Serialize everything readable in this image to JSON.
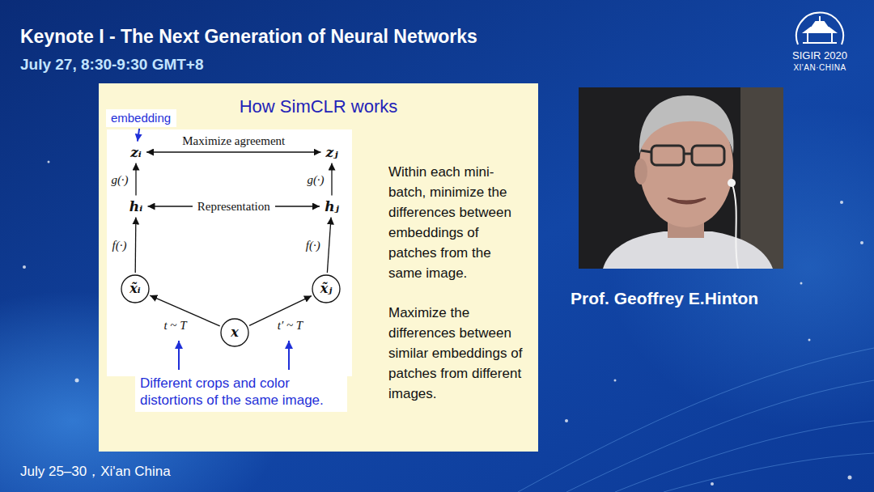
{
  "diagram": {
    "title": "Keynote I - The Next Generation of Neural Networks",
    "nodes": [
      {
        "text": [
          "How SimCLR works",
          "Within each mini-batch, minimize the differences between embeddings of patches from the same image.",
          "Maximize the differences between similar embeddings of patches from different images."
        ]
      },
      {
        "text": [
          "embedding"
        ],
        "in": 0
      },
      {
        "text": [
          "zᵢ"
        ],
        "in": 0
      },
      {
        "text": [
          "zⱼ"
        ],
        "in": 0
      },
      {
        "text": [
          "hᵢ"
        ],
        "in": 0
      },
      {
        "text": [
          "hⱼ"
        ],
        "in": 0
      },
      {
        "text": [
          "x̃ᵢ"
        ],
        "in": 0
      },
      {
        "text": [
          "x̃ⱼ"
        ],
        "in": 0
      },
      {
        "text": [
          "x"
        ],
        "in": 0
      },
      {
        "text": [
          "Different crops and color distortions of the same image."
        ],
        "in": 0
      }
    ],
    "edges": [
      {
        "from": 1,
        "to": 2,
        "arrow": "to"
      },
      {
        "from": 2,
        "to": 3,
        "label": "Maximize agreement",
        "arrow": "both"
      },
      {
        "from": 4,
        "to": 2,
        "label": "g(·)",
        "arrow": "to"
      },
      {
        "from": 5,
        "to": 3,
        "label": "g(·)",
        "arrow": "to"
      },
      {
        "from": 4,
        "to": 5,
        "label": "Representation",
        "arrow": "both"
      },
      {
        "from": 6,
        "to": 4,
        "label": "f(·)",
        "arrow": "to"
      },
      {
        "from": 7,
        "to": 5,
        "label": "f(·)",
        "arrow": "to"
      },
      {
        "from": 8,
        "to": 6,
        "label": "t ~ T",
        "arrow": "to"
      },
      {
        "from": 8,
        "to": 7,
        "label": "t′ ~ T",
        "arrow": "to"
      }
    ],
    "labels": [
      "July 27, 8:30-9:30 GMT+8",
      "SIGIR 2020",
      "XI'AN·CHINA",
      "July 25–30，Xi'an China",
      "Prof. Geoffrey E.Hinton"
    ]
  }
}
